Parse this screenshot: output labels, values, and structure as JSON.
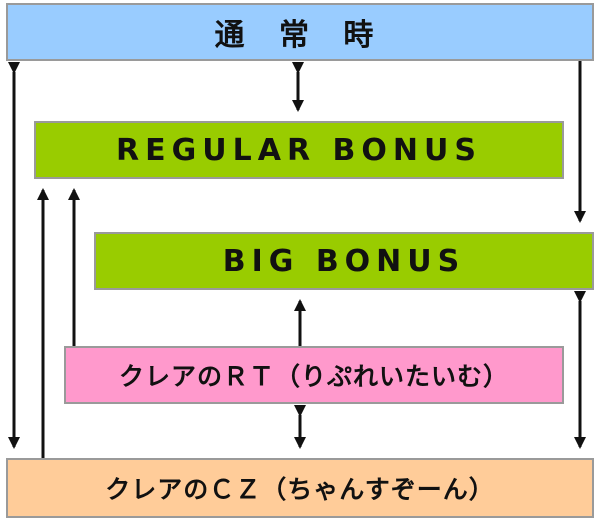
{
  "states": {
    "normal": "通 常 時",
    "regular_bonus": "REGULAR BONUS",
    "big_bonus": "BIG BONUS",
    "rt": "クレアのＲＴ（りぷれいたいむ）",
    "cz": "クレアのＣＺ（ちゃんすぞーん）"
  },
  "colors": {
    "normal": "#99ccff",
    "bonus": "#99cc00",
    "rt": "#ff99cc",
    "cz": "#ffcc99",
    "arrow": "#111111"
  }
}
